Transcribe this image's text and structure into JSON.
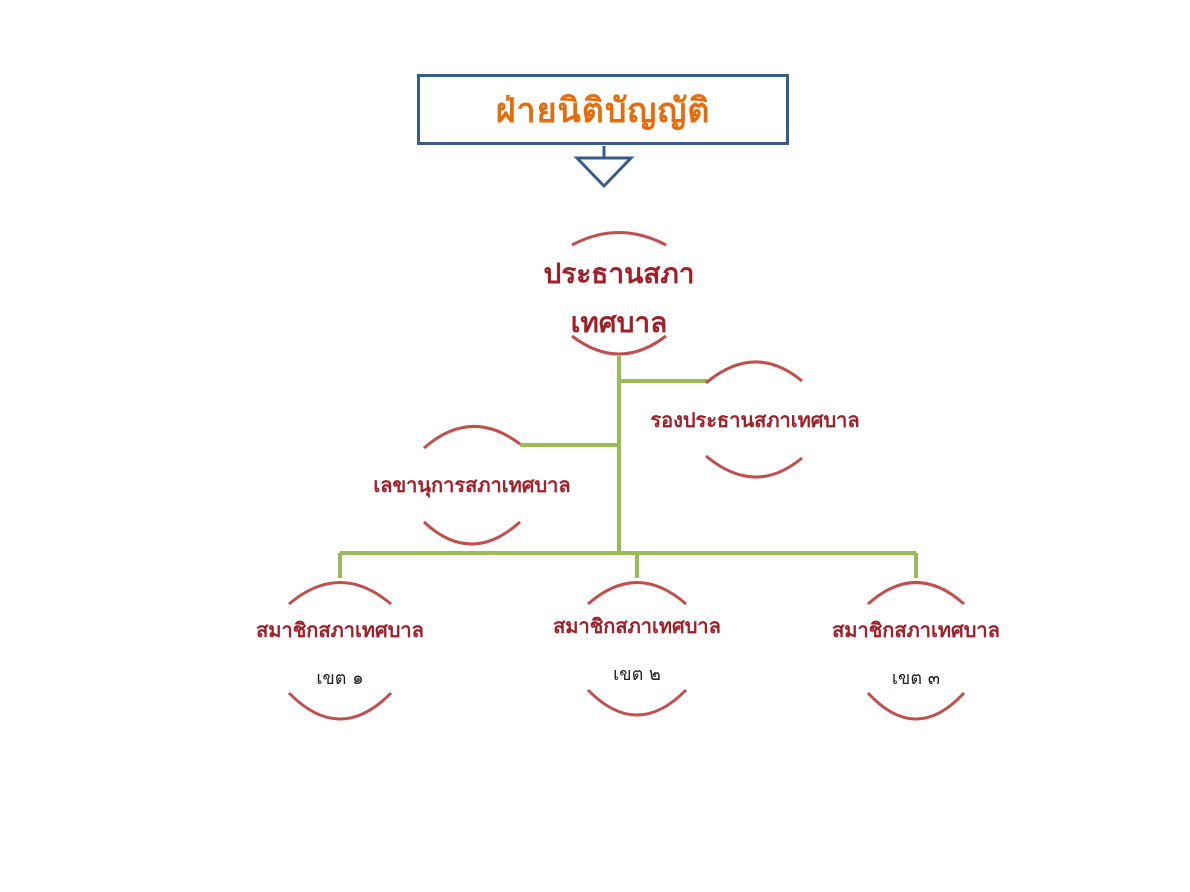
{
  "title": "ฝ่ายนิติบัญญัติ",
  "colors": {
    "title_text": "#e46c0a",
    "title_border": "#385d8a",
    "connector": "#9bbb59",
    "node_arc": "#c0504d",
    "node_text": "#a0202a"
  },
  "nodes": {
    "president": {
      "line1": "ประธานสภา",
      "line2": "เทศบาล"
    },
    "vice_president": {
      "label": "รองประธานสภาเทศบาล"
    },
    "secretary": {
      "label": "เลขานุการสภาเทศบาล"
    },
    "members": [
      {
        "label": "สมาชิกสภาเทศบาล",
        "zone": "เขต ๑"
      },
      {
        "label": "สมาชิกสภาเทศบาล",
        "zone": "เขต ๒"
      },
      {
        "label": "สมาชิกสภาเทศบาล",
        "zone": "เขต ๓"
      }
    ]
  }
}
